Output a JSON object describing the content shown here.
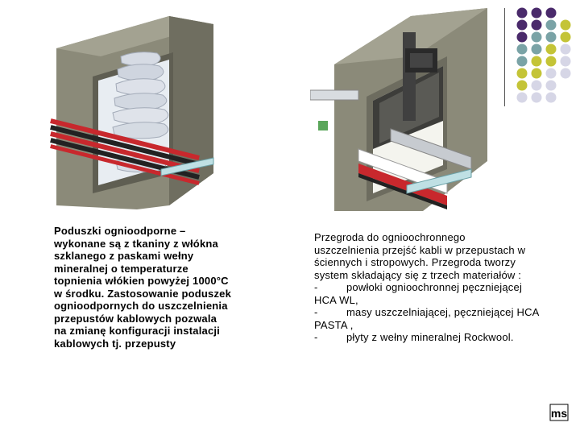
{
  "left_caption": {
    "lines": [
      "Poduszki ognioodporne –",
      "wykonane są z tkaniny z włókna",
      "szklanego z paskami wełny",
      "mineralnej o temperaturze",
      "topnienia włókien powyżej 1000°C",
      "w środku. Zastosowanie poduszek",
      "ognioodpornych do uszczelnienia",
      "przepustów kablowych pozwala",
      "na zmianę konfiguracji instalacji",
      "kablowych tj. przepusty"
    ]
  },
  "right_caption": {
    "intro_lines": [
      "Przegroda do ognioochronnego",
      "uszczelnienia przejść kabli w przepustach w",
      "ściennych i stropowych. Przegroda tworzy",
      "system składający się z trzech materiałów :"
    ],
    "bullets": [
      {
        "marker": "-",
        "lines": [
          "powłoki ognioochronnej pęczniejącej",
          "HCA WL,"
        ]
      },
      {
        "marker": "-",
        "lines": [
          "masy uszczelniającej, pęczniejącej HCA",
          "PASTA ,"
        ]
      },
      {
        "marker": "-",
        "lines": [
          "płyty z wełny mineralnej Rockwool."
        ]
      }
    ]
  },
  "logo": {
    "text": "ms"
  },
  "colors": {
    "dot_purple": "#4a2a6b",
    "dot_teal": "#7aa3a6",
    "dot_yellow": "#c4c437",
    "dot_lavender": "#d6d6e6",
    "concrete": "#8b8a79",
    "cable_red": "#c8282d"
  }
}
